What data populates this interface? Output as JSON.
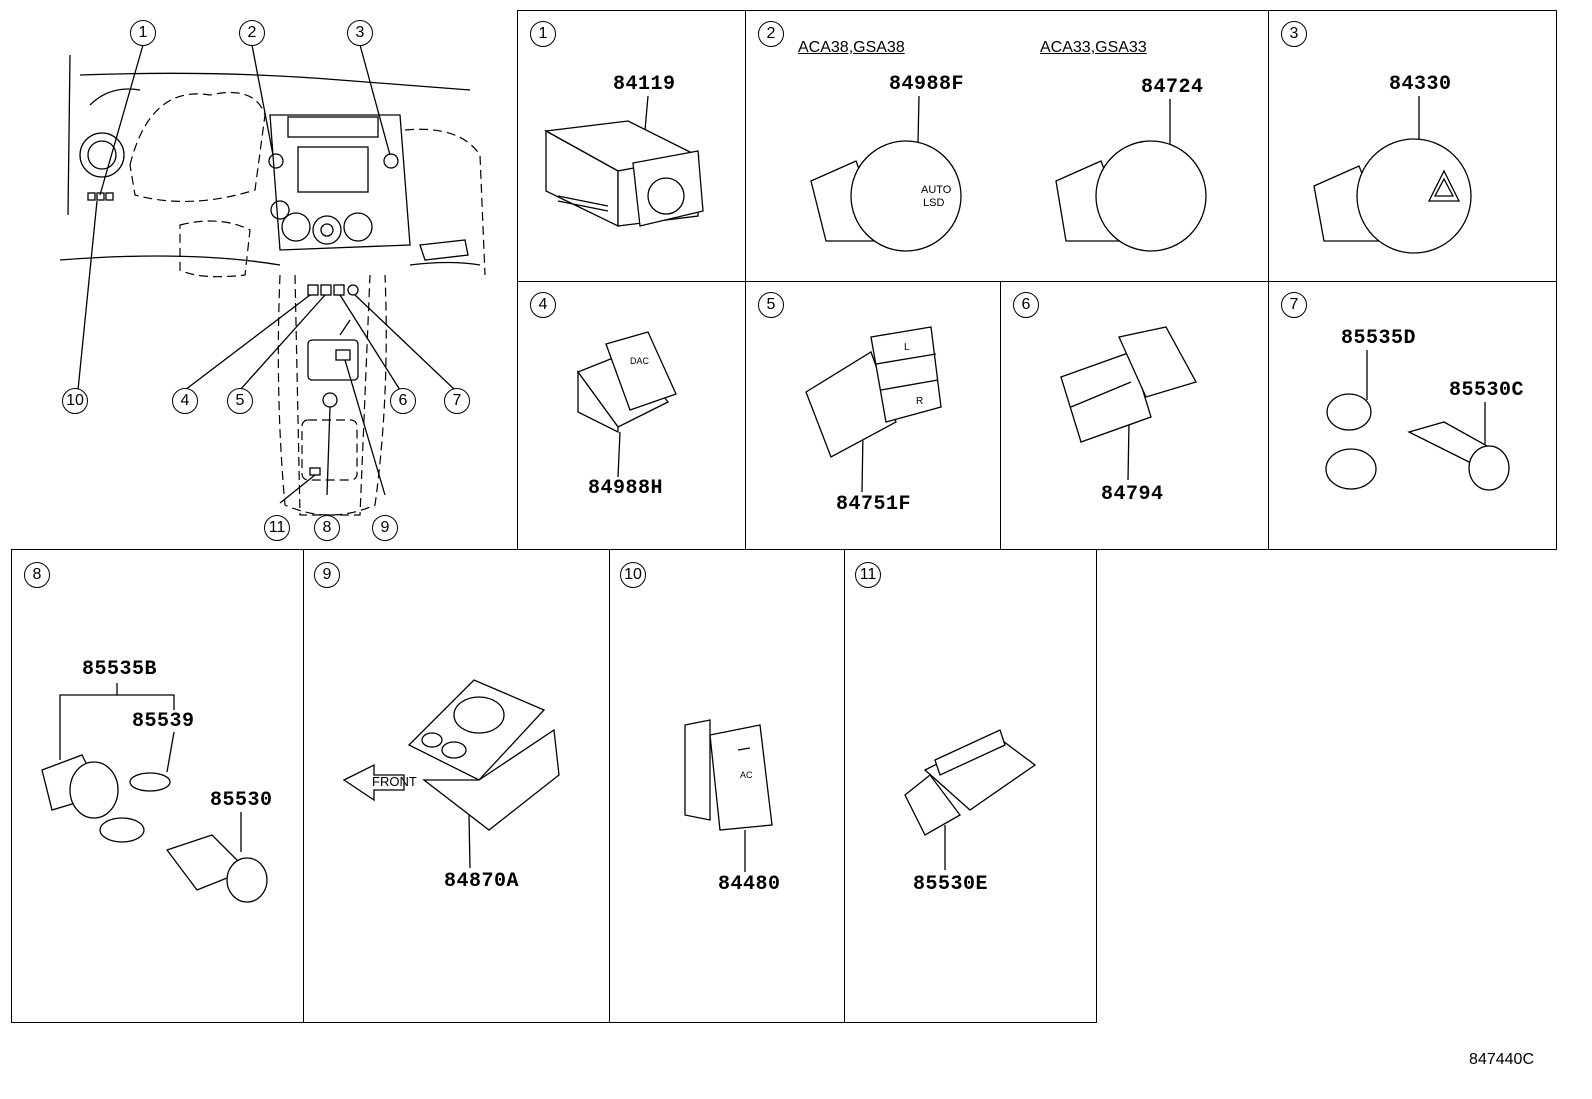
{
  "overview": {
    "callouts": [
      "1",
      "2",
      "3",
      "4",
      "5",
      "6",
      "7",
      "8",
      "9",
      "10",
      "11"
    ]
  },
  "panels": [
    {
      "num": "1",
      "parts": [
        "84119"
      ]
    },
    {
      "num": "2",
      "variants": [
        "ACA38,GSA38",
        "ACA33,GSA33"
      ],
      "parts": [
        "84988F",
        "84724"
      ],
      "knob_labels": [
        "AUTO",
        "LSD"
      ]
    },
    {
      "num": "3",
      "parts": [
        "84330"
      ]
    },
    {
      "num": "4",
      "parts": [
        "84988H"
      ],
      "switch_label": "DAC"
    },
    {
      "num": "5",
      "parts": [
        "84751F"
      ],
      "switch_labels": [
        "L",
        "R"
      ]
    },
    {
      "num": "6",
      "parts": [
        "84794"
      ]
    },
    {
      "num": "7",
      "parts": [
        "85535D",
        "85530C"
      ]
    },
    {
      "num": "8",
      "parts": [
        "85535B",
        "85539",
        "85530"
      ]
    },
    {
      "num": "9",
      "parts": [
        "84870A"
      ],
      "direction": "FRONT"
    },
    {
      "num": "10",
      "parts": [
        "84480"
      ],
      "switch_label": "AC"
    },
    {
      "num": "11",
      "parts": [
        "85530E"
      ]
    }
  ],
  "reference_code": "847440C",
  "colors": {
    "line": "#000000",
    "background": "#ffffff"
  }
}
